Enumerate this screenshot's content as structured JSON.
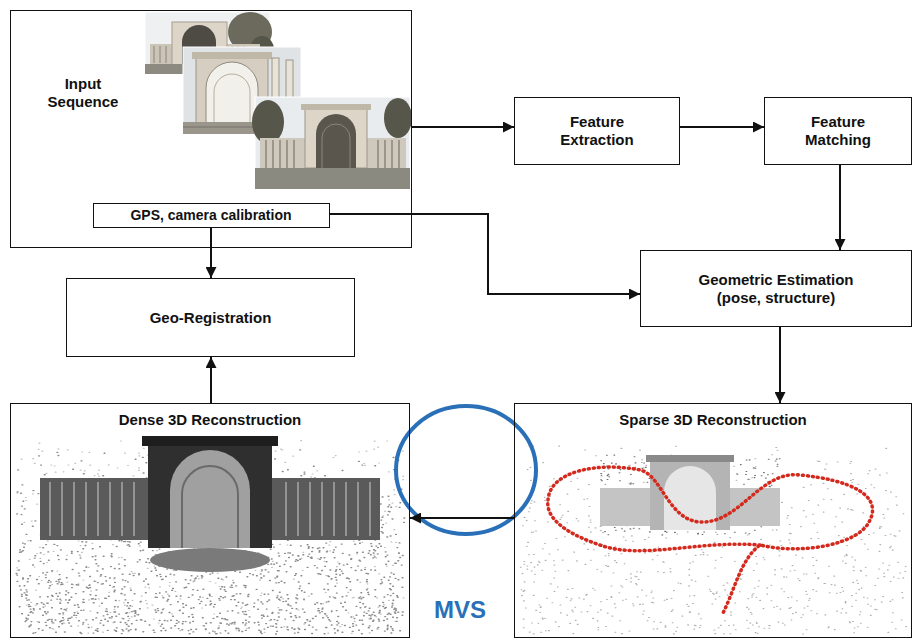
{
  "diagram": {
    "nodes": [
      {
        "text": [
          "Input Sequence"
        ]
      },
      {
        "text": [
          "GPS, camera calibration"
        ],
        "in": 0
      },
      {
        "text": [
          "Feature Extraction"
        ]
      },
      {
        "text": [
          "Feature Matching"
        ]
      },
      {
        "text": [
          "Geometric Estimation (pose, structure)"
        ]
      },
      {
        "text": [
          "Geo-Registration"
        ]
      },
      {
        "text": [
          "Dense 3D Reconstruction"
        ]
      },
      {
        "text": [
          "Sparse 3D Reconstruction"
        ]
      }
    ],
    "edges": [
      {
        "from": 0,
        "to": 2,
        "arrow": "to"
      },
      {
        "from": 2,
        "to": 3,
        "arrow": "to"
      },
      {
        "from": 3,
        "to": 4,
        "arrow": "to"
      },
      {
        "from": 1,
        "to": 4,
        "arrow": "to"
      },
      {
        "from": 1,
        "to": 5,
        "arrow": "to"
      },
      {
        "from": 4,
        "to": 7,
        "arrow": "to"
      },
      {
        "from": 7,
        "to": 6,
        "arrow": "to",
        "label": "MVS"
      },
      {
        "from": 6,
        "to": 5,
        "arrow": "to"
      }
    ]
  }
}
